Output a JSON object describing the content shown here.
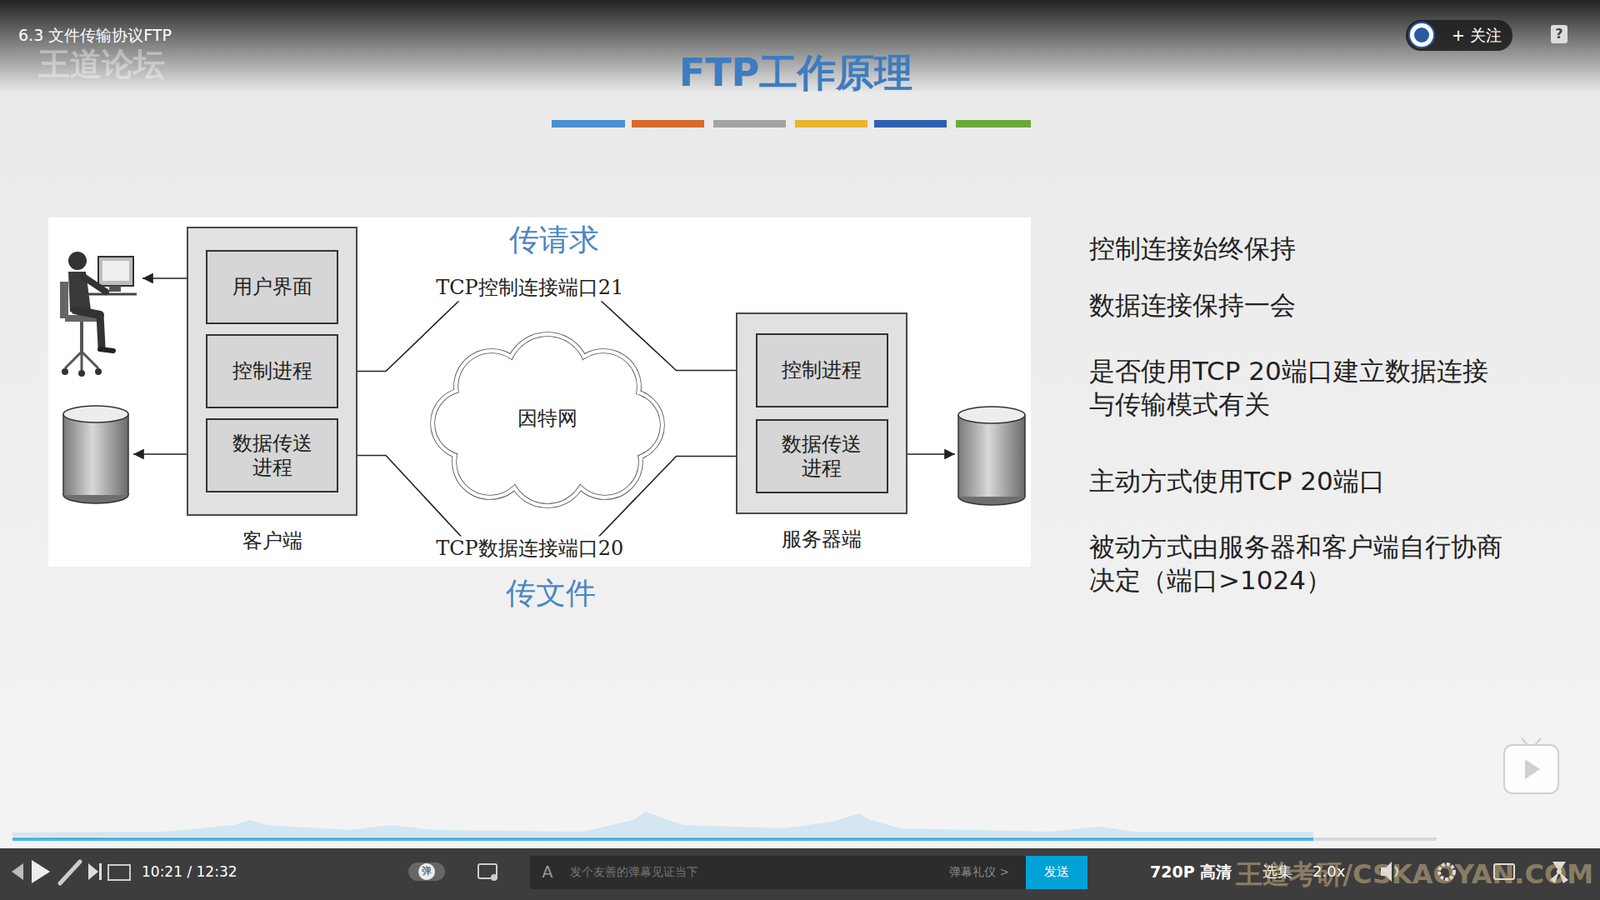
{
  "diagram": {
    "title": "FTP工作原理",
    "nodes": [
      {
        "text": [
          "客户端"
        ]
      },
      {
        "text": [
          "用户界面"
        ],
        "in": 0
      },
      {
        "text": [
          "控制进程"
        ],
        "in": 0
      },
      {
        "text": [
          "数据传送进程"
        ],
        "in": 0
      },
      {
        "text": [
          "因特网"
        ]
      },
      {
        "text": [
          "服务器端"
        ]
      },
      {
        "text": [
          "控制进程"
        ],
        "in": 5
      },
      {
        "text": [
          "数据传送进程"
        ],
        "in": 5
      }
    ],
    "edges": [
      {
        "from": 2,
        "to": 6,
        "arrow": "both",
        "label": "TCP控制连接端口21"
      },
      {
        "from": 3,
        "to": 7,
        "arrow": "both",
        "label": "TCP数据连接端口20"
      }
    ],
    "labels": [
      "传请求",
      "传文件",
      "控制连接始终保持",
      "数据连接保持一会",
      "是否使用TCP 20端口建立数据连接与传输模式有关",
      "主动方式使用TCP 20端口",
      "被动方式由服务器和客户端自行协商决定（端口>1024）",
      "6.3 文件传输协议FTP",
      "王道论坛",
      "+ 关注",
      "?",
      "10:21 / 12:32",
      "弹",
      "A",
      "发个友善的弹幕见证当下",
      "弹幕礼仪 >",
      "发送",
      "720P 高清",
      "选集",
      "2.0x",
      "王道考研/CSKAOYAN.COM"
    ]
  }
}
